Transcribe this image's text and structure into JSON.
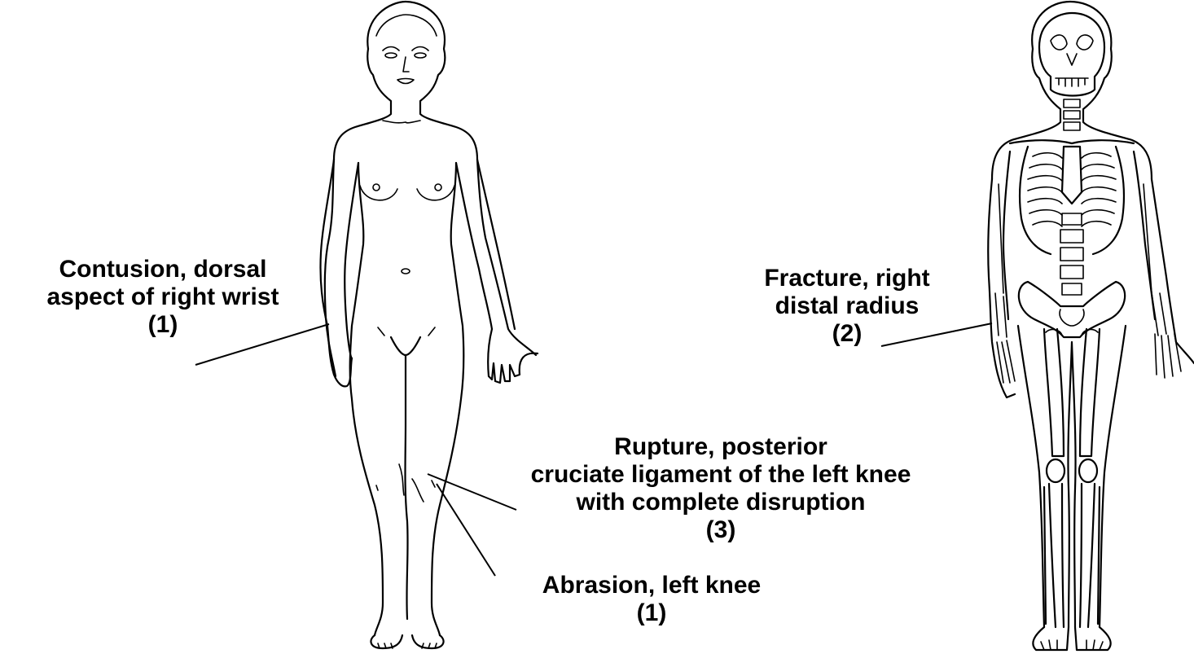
{
  "annotations": {
    "wrist_contusion": {
      "lines": [
        "Contusion, dorsal",
        "aspect of right wrist",
        "(1)"
      ]
    },
    "radius_fracture": {
      "lines": [
        "Fracture, right",
        "distal radius",
        "(2)"
      ]
    },
    "pcl_rupture": {
      "lines": [
        "Rupture, posterior",
        "cruciate ligament of the left knee",
        "with complete disruption",
        "(3)"
      ]
    },
    "knee_abrasion": {
      "lines": [
        "Abrasion, left knee",
        "(1)"
      ]
    }
  },
  "figures": {
    "left": "female-body-outline",
    "right": "female-skeleton-outline"
  }
}
